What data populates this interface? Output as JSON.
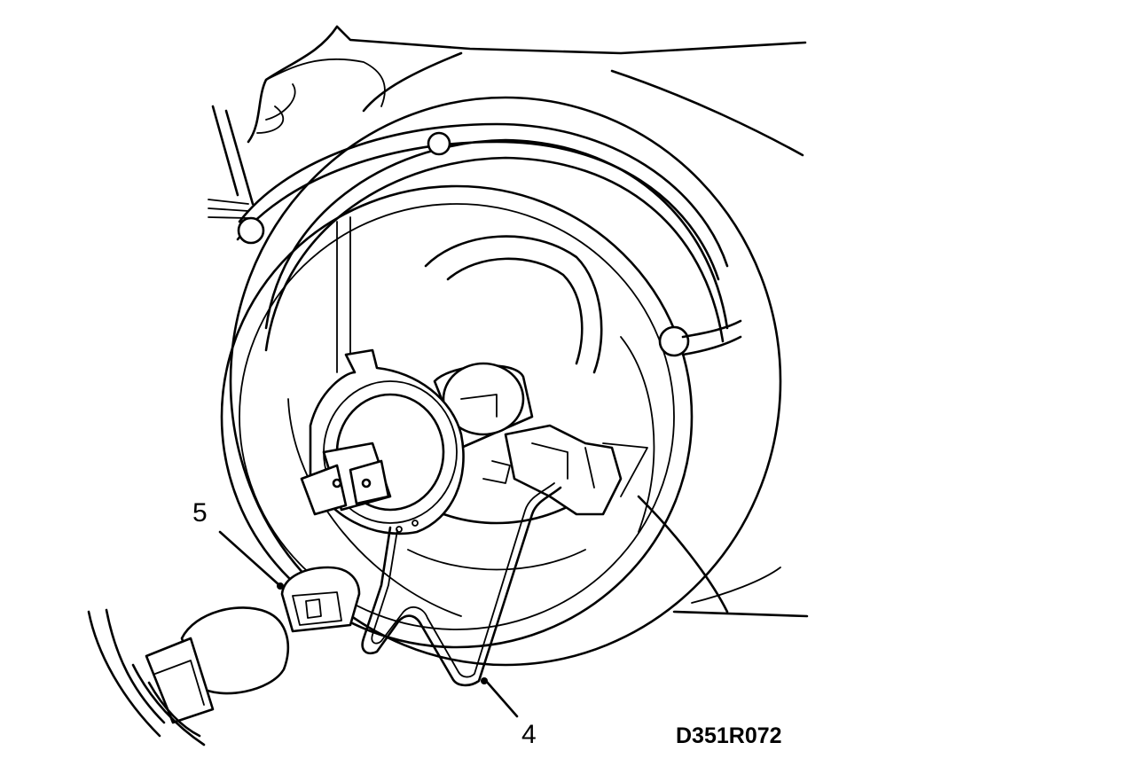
{
  "figure": {
    "callouts": [
      {
        "id": "5",
        "text": "5",
        "part": "parking-light-bulb"
      },
      {
        "id": "4",
        "text": "4",
        "part": "bulb-retaining-spring-clip"
      }
    ],
    "drawing_code": "D351R072"
  }
}
